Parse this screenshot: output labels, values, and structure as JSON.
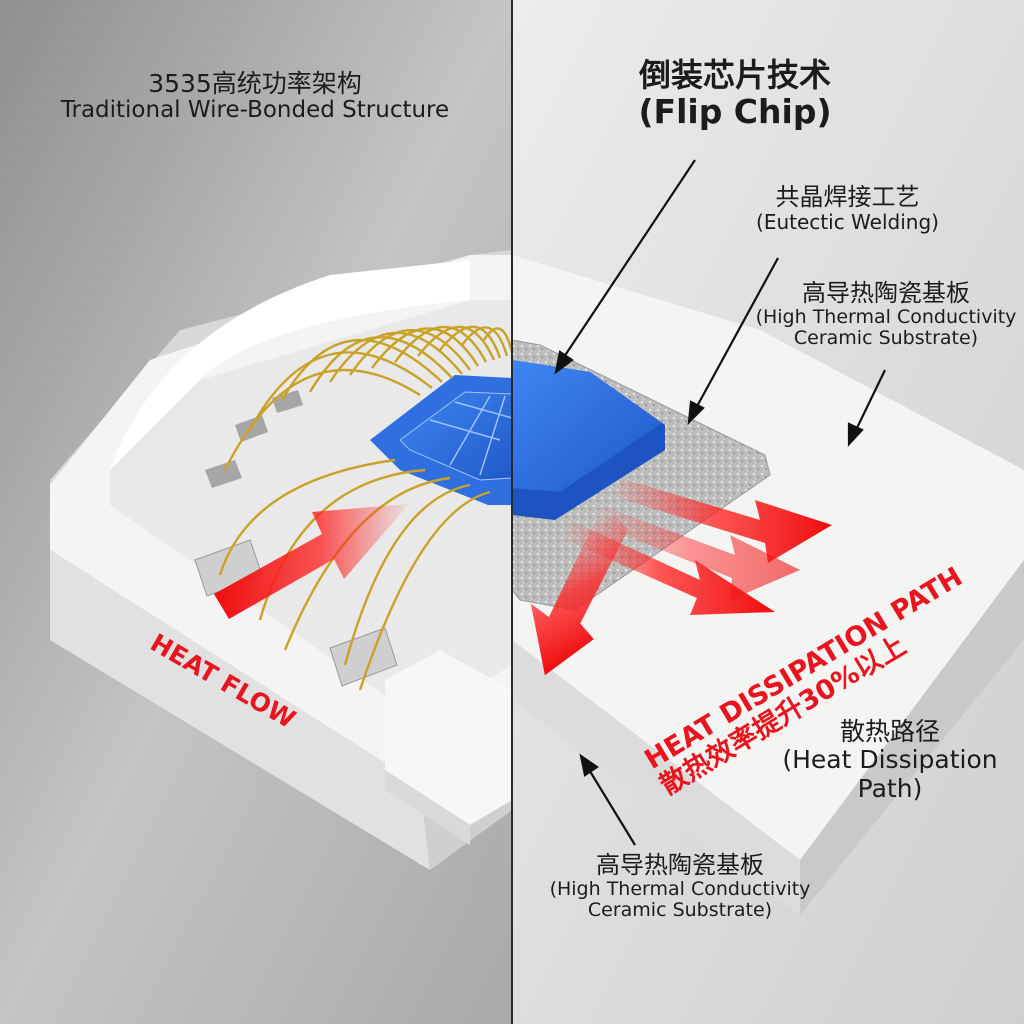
{
  "left_title": {
    "zh": "3535高统功率架构",
    "en": "Traditional Wire-Bonded Structure"
  },
  "flip_chip_title": {
    "zh": "倒装芯片技术",
    "en": "(Flip Chip)"
  },
  "eutectic_label": {
    "zh": "共晶焊接工艺",
    "en": "(Eutectic Welding)"
  },
  "ceramic_label_top": {
    "zh": "高导热陶瓷基板",
    "en_line1": "(High Thermal Conductivity",
    "en_line2": "Ceramic Substrate)"
  },
  "heat_flow_label": "HEAT FLOW",
  "heat_dissipation_path": {
    "line1": "HEAT DISSIPATION PATH",
    "line2": "散热效率提升30%以上"
  },
  "dissipation_path_label": {
    "zh": "散热路径",
    "en_line1": "(Heat Dissipation",
    "en_line2": "Path)"
  },
  "ceramic_label_bottom": {
    "zh": "高导热陶瓷基板",
    "en_line1": "(High Thermal Conductivity",
    "en_line2": "Ceramic Substrate)"
  },
  "colors": {
    "chip_blue": "#2f6fe0",
    "heat_red": "#e8141e",
    "gold_wire": "#c9a227",
    "ceramic": "#f2f2f0",
    "background": "#d6d6d6"
  }
}
